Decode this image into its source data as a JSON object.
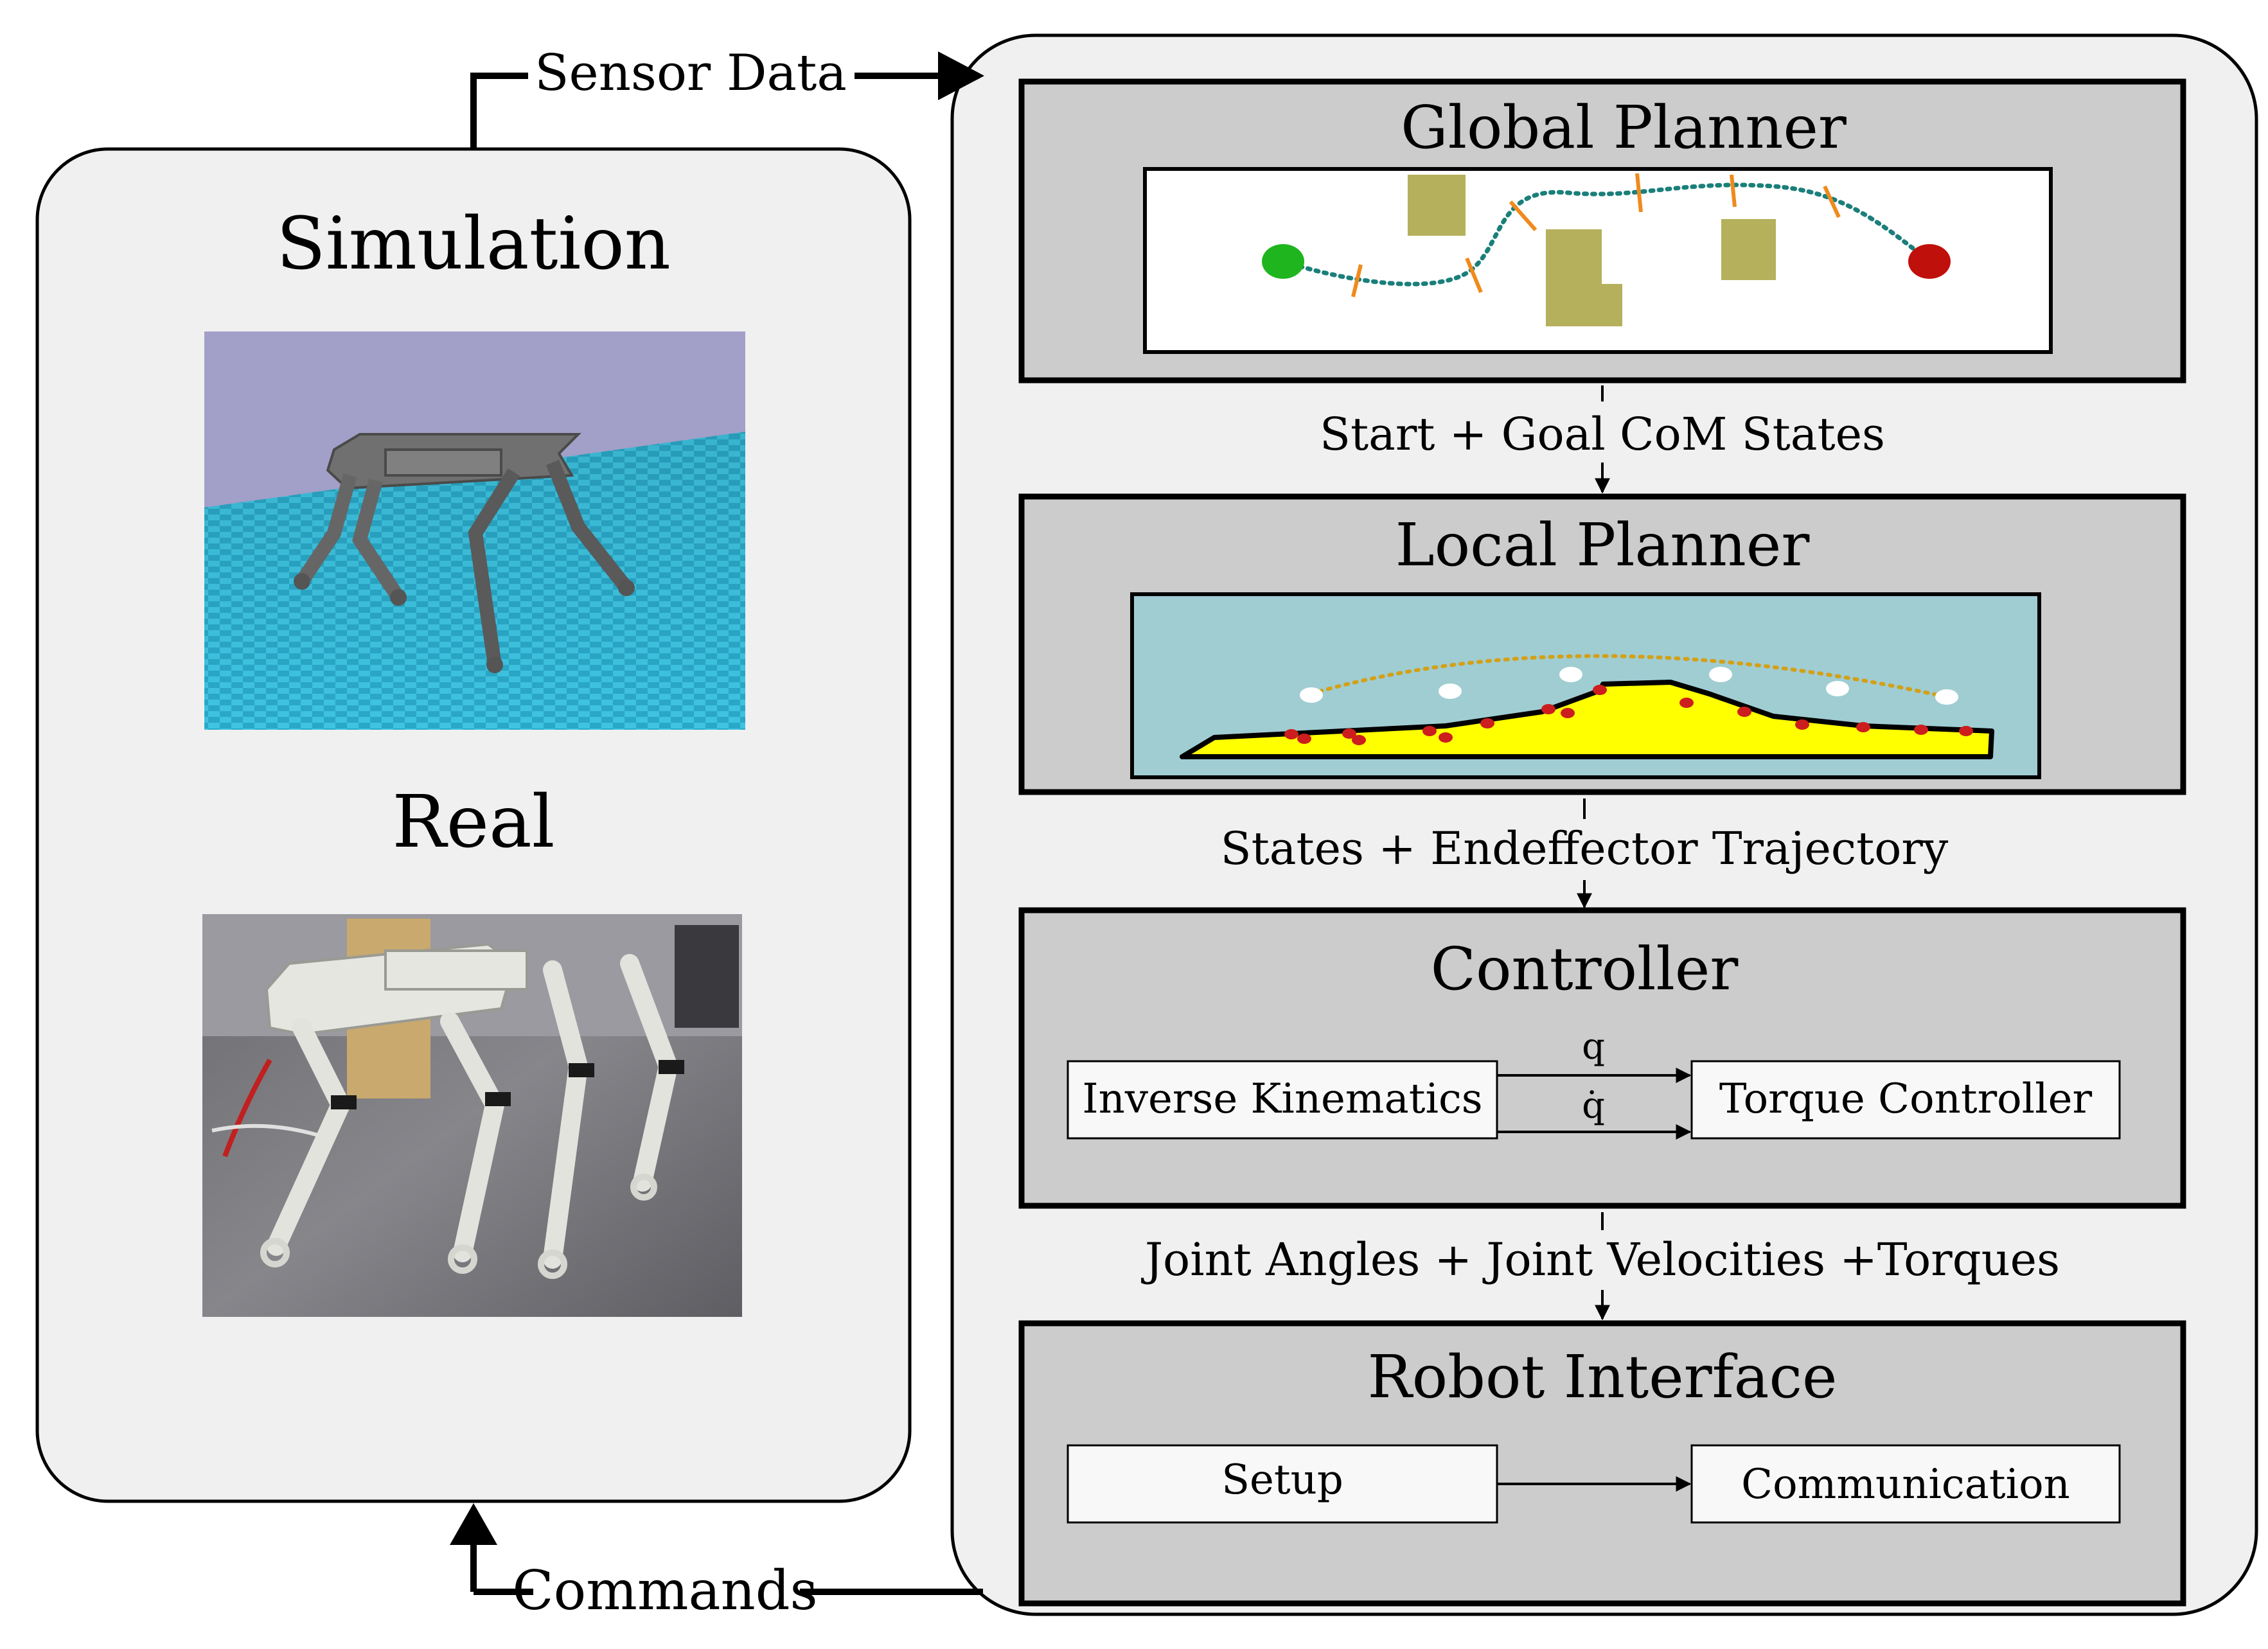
{
  "left_panel": {
    "simulation_title": "Simulation",
    "real_title": "Real"
  },
  "flows": {
    "sensor_data": "Sensor Data",
    "commands": "Commands"
  },
  "modules": {
    "global_planner": {
      "title": "Global Planner"
    },
    "local_planner": {
      "title": "Local Planner"
    },
    "controller": {
      "title": "Controller",
      "inverse_kinematics": "Inverse Kinematics",
      "torque_controller": "Torque Controller",
      "signal_q": "q",
      "signal_qdot": "q̇"
    },
    "robot_interface": {
      "title": "Robot Interface",
      "setup": "Setup",
      "communication": "Communication"
    }
  },
  "connections": {
    "global_to_local": "Start + Goal CoM States",
    "local_to_controller": "States + Endeffector Trajectory",
    "controller_to_interface": "Joint Angles + Joint Velocities +Torques"
  },
  "colors": {
    "panel_bg": "#f0f0f0",
    "module_bg": "#cccccc",
    "sky": "#a29fc8",
    "floor": "#3ec3e0",
    "obstacle": "#b5b05b",
    "start_dot": "#1fb51f",
    "goal_dot": "#c0100c",
    "path": "#1a7f7a",
    "waypoint": "#f08a1c",
    "terrain": "#ffff00",
    "terrain_bg": "#9fcdd2",
    "foothold": "#cc1e1e",
    "swing_traj": "#d4a017"
  }
}
